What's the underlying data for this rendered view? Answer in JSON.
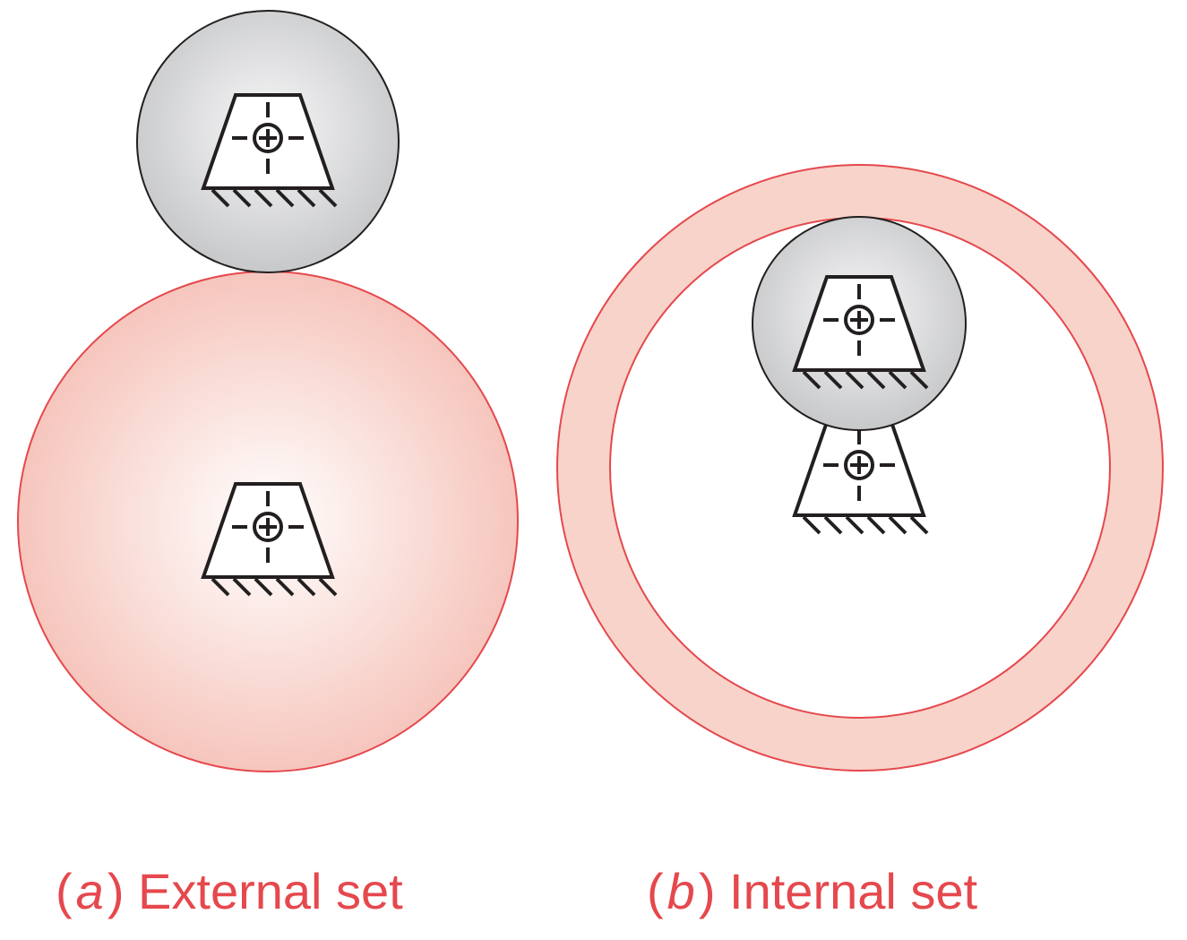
{
  "colors": {
    "accent": "#e5484d",
    "gear_fill_light": "#fdf2ef",
    "gear_fill_dark": "#f6c4bb",
    "pinion_fill_light": "#f7f7f8",
    "pinion_fill_dark": "#c9cacc",
    "ring_fill": "#f8d3ca",
    "line": "#231f20"
  },
  "captions": {
    "a": {
      "open": "(",
      "letter": "a",
      "close": ")",
      "text": "External set"
    },
    "b": {
      "open": "(",
      "letter": "b",
      "close": ")",
      "text": "Internal set"
    }
  },
  "icons": {
    "bearing_support": "bearing-support-icon",
    "center_mark": "center-mark-icon"
  }
}
